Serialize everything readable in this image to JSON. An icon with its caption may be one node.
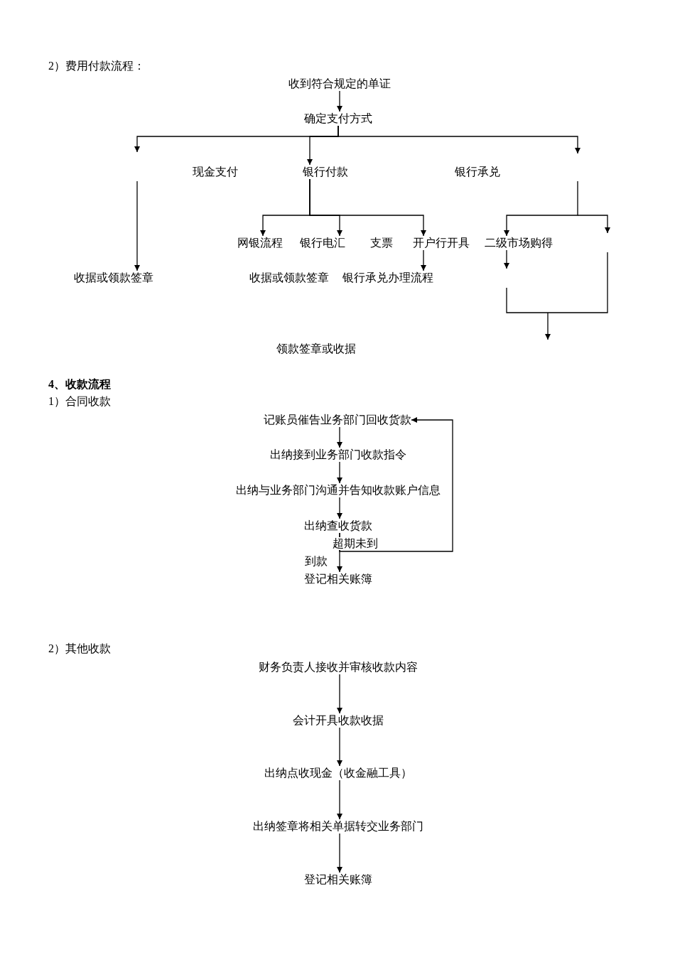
{
  "diagram": {
    "nodes": [
      {
        "text": [
          "收到符合规定的单证"
        ]
      },
      {
        "text": [
          "确定支付方式"
        ]
      },
      {
        "text": [
          "现金支付"
        ]
      },
      {
        "text": [
          "银行付款"
        ]
      },
      {
        "text": [
          "银行承兑"
        ]
      },
      {
        "text": [
          "网银流程"
        ]
      },
      {
        "text": [
          "银行电汇"
        ]
      },
      {
        "text": [
          "支票"
        ]
      },
      {
        "text": [
          "开户行开具"
        ]
      },
      {
        "text": [
          "二级市场购得"
        ]
      },
      {
        "text": [
          "收据或领款签章"
        ]
      },
      {
        "text": [
          "收据或领款签章"
        ]
      },
      {
        "text": [
          "银行承兑办理流程"
        ]
      },
      {
        "text": [
          "领款签章或收据"
        ]
      },
      {
        "text": [
          "记账员催告业务部门回收货款"
        ]
      },
      {
        "text": [
          "出纳接到业务部门收款指令"
        ]
      },
      {
        "text": [
          "出纳与业务部门沟通并告知收款账户信息"
        ]
      },
      {
        "text": [
          "出纳查收货款"
        ]
      },
      {
        "text": [
          "登记相关账簿"
        ]
      },
      {
        "text": [
          "财务负责人接收并审核收款内容"
        ]
      },
      {
        "text": [
          "会计开具收款收据"
        ]
      },
      {
        "text": [
          "出纳点收现金（收金融工具）"
        ]
      },
      {
        "text": [
          "出纳签章将相关单据转交业务部门"
        ]
      },
      {
        "text": [
          "登记相关账簿"
        ]
      }
    ],
    "edges": [
      {
        "from": 0,
        "to": 1,
        "arrow": "to"
      },
      {
        "from": 1,
        "to": null,
        "arrow": "to"
      },
      {
        "from": 1,
        "to": 3,
        "arrow": "to"
      },
      {
        "from": 1,
        "to": null,
        "arrow": "to"
      },
      {
        "from": null,
        "to": 10,
        "arrow": "to"
      },
      {
        "from": null,
        "to": 9,
        "arrow": "to"
      },
      {
        "from": 3,
        "to": 5,
        "arrow": "to"
      },
      {
        "from": 3,
        "to": 6,
        "arrow": "to"
      },
      {
        "from": 3,
        "to": 8,
        "arrow": "to"
      },
      {
        "from": 8,
        "to": 12,
        "arrow": "to"
      },
      {
        "from": 9,
        "to": null,
        "arrow": "to"
      },
      {
        "from": 14,
        "to": 15,
        "arrow": "to"
      },
      {
        "from": 15,
        "to": 16,
        "arrow": "to"
      },
      {
        "from": 16,
        "to": 17,
        "arrow": "to"
      },
      {
        "from": 17,
        "to": 18,
        "label": "到款",
        "arrow": "to"
      },
      {
        "from": 17,
        "to": 14,
        "label": "超期未到",
        "arrow": "to"
      },
      {
        "from": 19,
        "to": 20,
        "arrow": "to"
      },
      {
        "from": 20,
        "to": 21,
        "arrow": "to"
      },
      {
        "from": 21,
        "to": 22,
        "arrow": "to"
      },
      {
        "from": 22,
        "to": 23,
        "arrow": "to"
      }
    ],
    "labels": [
      "2）费用付款流程：",
      "4、收款流程",
      "1）合同收款",
      "2）其他收款"
    ]
  }
}
